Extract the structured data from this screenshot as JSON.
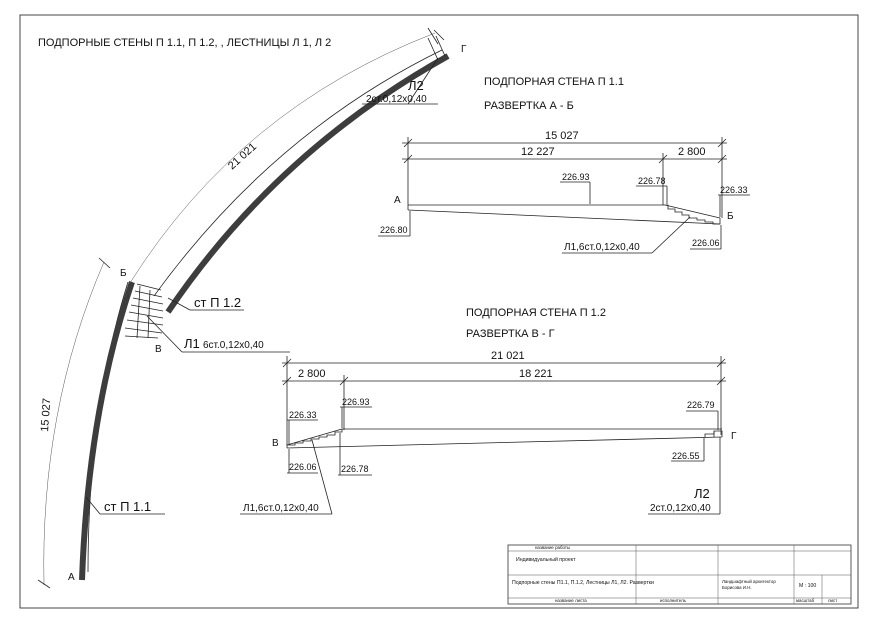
{
  "title": "ПОДПОРНЫЕ СТЕНЫ  П 1.1, П 1.2, , ЛЕСТНИЦЫ Л 1, Л 2",
  "plan": {
    "arc_length_outer": "21 021",
    "arc_length_left": "15 027",
    "point_a": "А",
    "point_b": "Б",
    "point_v": "В",
    "point_g": "Г",
    "wall_label_11": "ст П 1.1",
    "wall_label_12": "ст П 1.2",
    "stair_l1_name": "Л1",
    "stair_l1_spec": "6ст.0,12х0,40",
    "stair_l2_name": "Л2",
    "stair_l2_spec": "2ст.0,12х0,40"
  },
  "wall_11": {
    "title": "ПОДПОРНАЯ СТЕНА  П 1.1",
    "subtitle": "РАЗВЕРТКА  А - Б",
    "dim_total": "15 027",
    "dim_part1": "12 227",
    "dim_part2": "2 800",
    "end_left": "А",
    "end_right": "Б",
    "elev_top_left": "226.93",
    "elev_top_mid": "226.78",
    "elev_top_right": "226.33",
    "elev_bottom_left": "226.80",
    "elev_bottom_right": "226.06",
    "stair_spec": "Л1,6ст.0,12х0,40"
  },
  "wall_12": {
    "title": "ПОДПОРНАЯ СТЕНА  П 1.2",
    "subtitle": "РАЗВЕРТКА  В - Г",
    "dim_total": "21 021",
    "dim_part1": "2 800",
    "dim_part2": "18 221",
    "end_left": "В",
    "end_right": "Г",
    "elev_top_left1": "226.33",
    "elev_top_left2": "226.93",
    "elev_top_right": "226.79",
    "elev_bottom_left1": "226.06",
    "elev_bottom_left2": "226.78",
    "elev_bottom_right": "226.55",
    "stair_spec_left": "Л1,6ст.0,12х0,40",
    "stair_name_right": "Л2",
    "stair_spec_right": "2ст.0,12х0,40"
  },
  "title_block": {
    "work_name_label": "название работы",
    "project_name": "Индивидуальный проект",
    "drawing_name": "Подпорные стены П1.1, П.1.2, Лестницы Л1, Л2. Развертки",
    "sheet_name_label": "название листа",
    "executor_label": "исполнитель",
    "architect_label": "Ландшафтный архитектор",
    "architect_name": "Борисова И.Н.",
    "scale": "М : 100",
    "format_label": "масштаб",
    "sheet_label": "лист"
  }
}
